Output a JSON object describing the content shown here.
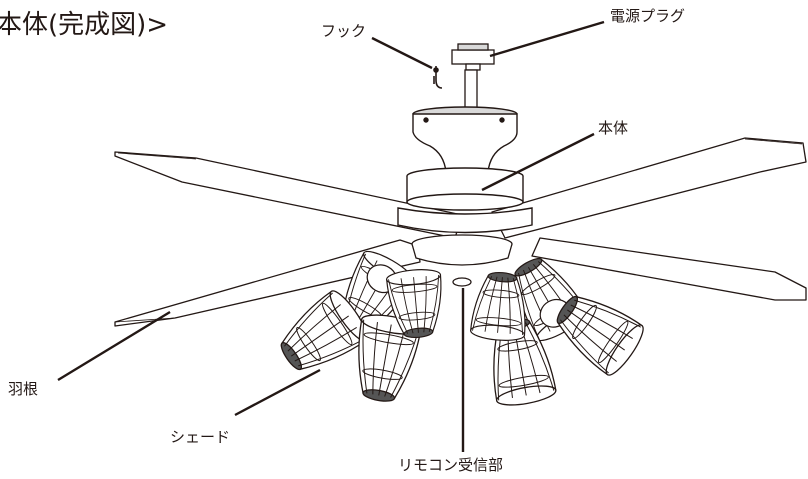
{
  "diagram": {
    "title": "本体(完成図)>",
    "callouts": {
      "hook": "フック",
      "power_plug": "電源プラグ",
      "body": "本体",
      "blade": "羽根",
      "shade": "シェード",
      "remote_receiver": "リモコン受信部"
    },
    "colors": {
      "line": "#231815",
      "fill": "#ffffff",
      "light_gray": "#d9d9d9",
      "dark_gray": "#555555"
    }
  }
}
